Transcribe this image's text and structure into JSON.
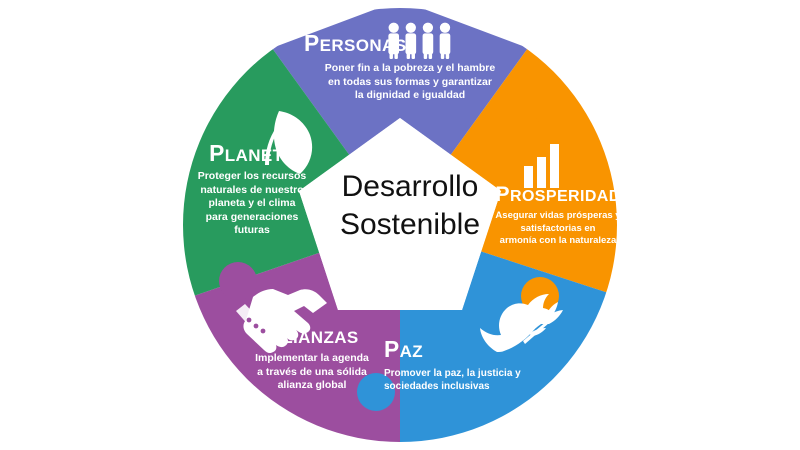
{
  "diagram": {
    "title": "Desarrollo Sostenible",
    "center_line_1": "Desarrollo",
    "center_line_2": "Sostenible",
    "shape": "five-piece jigsaw ring",
    "background": "#ffffff"
  },
  "colors": {
    "personas": "#6C72C4",
    "prosperidad": "#F99400",
    "paz": "#2F93D8",
    "alianzas": "#9C4E9F",
    "planeta": "#289B5E",
    "text_on_segment": "#ffffff",
    "center_text": "#111111"
  },
  "segments": [
    {
      "id": "personas",
      "title_cap": "P",
      "title_rest": "ERSONAS",
      "title_full": "PERSONAS",
      "description": "Poner fin a la pobreza y el hambre en todas sus formas y garantizar la dignidad e igualdad",
      "description_lines": [
        "Poner fin a la pobreza y el hambre",
        "en todas sus formas y garantizar",
        "la dignidad e igualdad"
      ],
      "color": "#6C72C4",
      "icon": "people-group-icon"
    },
    {
      "id": "prosperidad",
      "title_cap": "P",
      "title_rest": "ROSPERIDAD",
      "title_full": "PROSPERIDAD",
      "description": "Asegurar vidas prósperas y satisfactorias en armonía con la naturaleza",
      "description_lines": [
        "Asegurar vidas prósperas y",
        "satisfactorias en",
        "armonía con la naturaleza"
      ],
      "color": "#F99400",
      "icon": "bar-chart-icon"
    },
    {
      "id": "paz",
      "title_cap": "P",
      "title_rest": "AZ",
      "title_full": "PAZ",
      "description": "Promover la paz, la justicia y sociedades inclusivas",
      "description_lines": [
        "Promover la paz, la justicia y",
        "sociedades inclusivas"
      ],
      "color": "#2F93D8",
      "icon": "dove-olive-branch-icon"
    },
    {
      "id": "alianzas",
      "title_cap": "A",
      "title_rest": "LIANZAS",
      "title_full": "ALIANZAS",
      "description": "Implementar la agenda a través de una sólida alianza global",
      "description_lines": [
        "Implementar la agenda",
        "a través de una sólida",
        "alianza global"
      ],
      "color": "#9C4E9F",
      "icon": "handshake-icon"
    },
    {
      "id": "planeta",
      "title_cap": "P",
      "title_rest": "LANETA",
      "title_full": "PLANETA",
      "description": "Proteger los recursos naturales de nuestro planeta y el clima para generaciones futuras",
      "description_lines": [
        "Proteger los recursos",
        "naturales de nuestro",
        "planeta y el clima",
        "para generaciones",
        "futuras"
      ],
      "color": "#289B5E",
      "icon": "leaf-icon"
    }
  ]
}
